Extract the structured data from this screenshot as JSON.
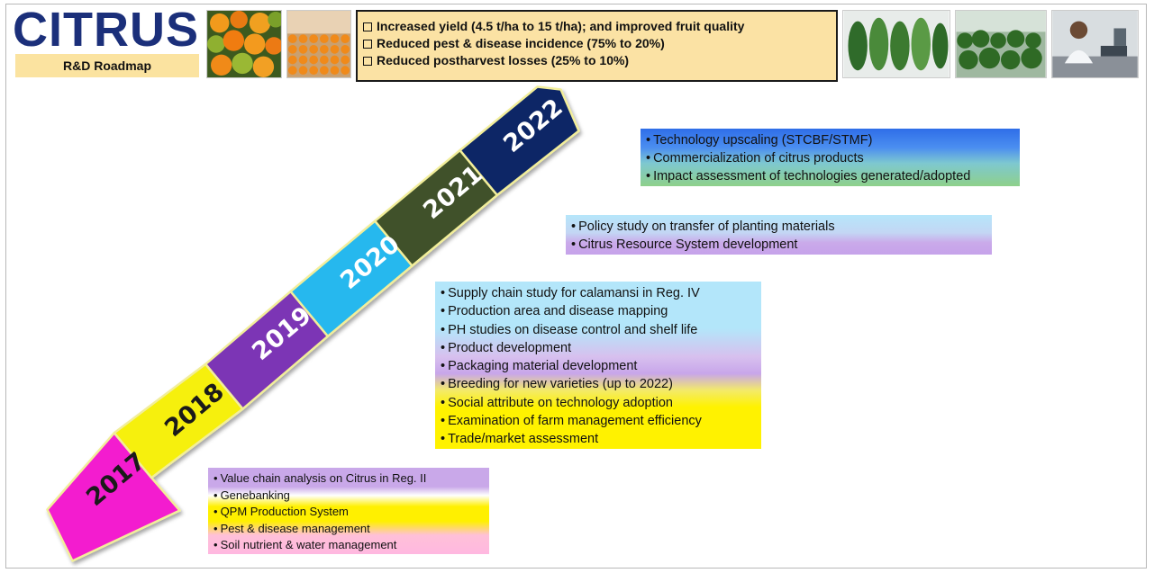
{
  "header": {
    "logo_text": "CITRUS",
    "subtitle": "R&D Roadmap",
    "photos": [
      "oranges-photo",
      "orchard-photo",
      "citrus-leaves-photo",
      "nursery-photo",
      "lab-researcher-photo"
    ]
  },
  "goals": [
    "Increased yield (4.5 t/ha to 15 t/ha); and improved fruit quality",
    "Reduced pest & disease incidence (75% to 20%)",
    "Reduced postharvest losses (25% to 10%)"
  ],
  "timeline": [
    {
      "year": "2017",
      "color": "#f31fcf"
    },
    {
      "year": "2018",
      "color": "#f6f00c"
    },
    {
      "year": "2019",
      "color": "#7b35b5"
    },
    {
      "year": "2020",
      "color": "#26b8ee"
    },
    {
      "year": "2021",
      "color": "#40512a"
    },
    {
      "year": "2022",
      "color": "#112766"
    }
  ],
  "activities": {
    "y2017": [
      "Value chain analysis on Citrus in Reg. II",
      "Genebanking",
      "QPM Production System",
      "Pest & disease management",
      "Soil nutrient & water management"
    ],
    "y2019": [
      "Supply chain study for calamansi in Reg. IV",
      "Production area and disease mapping",
      "PH studies on disease control and shelf life",
      "Product development",
      "Packaging material development",
      "Breeding for new varieties (up to 2022)",
      "Social attribute on technology adoption",
      "Examination of farm management efficiency",
      "Trade/market assessment"
    ],
    "y2020": [
      "Policy study on transfer of planting materials",
      "Citrus Resource System development"
    ],
    "y2022": [
      "Technology upscaling (STCBF/STMF)",
      "Commercialization of citrus products",
      "Impact assessment of technologies generated/adopted"
    ]
  }
}
